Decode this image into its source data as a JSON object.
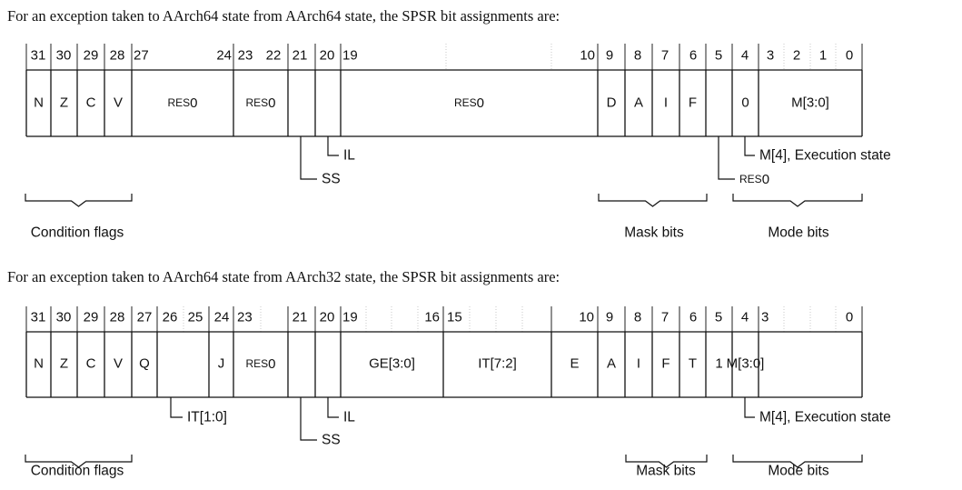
{
  "diagram1": {
    "intro": "For an exception taken to AArch64 state from AArch64 state, the SPSR bit assignments are:",
    "bits": [
      {
        "label": "31"
      },
      {
        "label": "30"
      },
      {
        "label": "29"
      },
      {
        "label": "28"
      },
      {
        "label": "27"
      },
      {
        "label": "24"
      },
      {
        "label": "23"
      },
      {
        "label": "22"
      },
      {
        "label": "21"
      },
      {
        "label": "20"
      },
      {
        "label": "19"
      },
      {
        "label": "10"
      },
      {
        "label": "9"
      },
      {
        "label": "8"
      },
      {
        "label": "7"
      },
      {
        "label": "6"
      },
      {
        "label": "5"
      },
      {
        "label": "4"
      },
      {
        "label": "3"
      },
      {
        "label": "2"
      },
      {
        "label": "1"
      },
      {
        "label": "0"
      }
    ],
    "fields": [
      {
        "label": "N"
      },
      {
        "label": "Z"
      },
      {
        "label": "C"
      },
      {
        "label": "V"
      },
      {
        "label": "RES0"
      },
      {
        "label": "RES0"
      },
      {
        "label": ""
      },
      {
        "label": ""
      },
      {
        "label": "RES0"
      },
      {
        "label": "D"
      },
      {
        "label": "A"
      },
      {
        "label": "I"
      },
      {
        "label": "F"
      },
      {
        "label": ""
      },
      {
        "label": "0"
      },
      {
        "label": "M[3:0]"
      }
    ],
    "callouts": [
      {
        "label": "IL"
      },
      {
        "label": "SS"
      },
      {
        "label": "M[4], Execution state"
      },
      {
        "label": "RES0"
      }
    ],
    "groups": [
      {
        "label": "Condition flags"
      },
      {
        "label": "Mask bits"
      },
      {
        "label": "Mode bits"
      }
    ]
  },
  "diagram2": {
    "intro": "For an exception taken to AArch64 state from AArch32 state, the SPSR bit assignments are:",
    "bits": [
      {
        "label": "31"
      },
      {
        "label": "30"
      },
      {
        "label": "29"
      },
      {
        "label": "28"
      },
      {
        "label": "27"
      },
      {
        "label": "26"
      },
      {
        "label": "25"
      },
      {
        "label": "24"
      },
      {
        "label": "23"
      },
      {
        "label": "21"
      },
      {
        "label": "20"
      },
      {
        "label": "19"
      },
      {
        "label": "16"
      },
      {
        "label": "15"
      },
      {
        "label": "10"
      },
      {
        "label": "9"
      },
      {
        "label": "8"
      },
      {
        "label": "7"
      },
      {
        "label": "6"
      },
      {
        "label": "5"
      },
      {
        "label": "4"
      },
      {
        "label": "3"
      },
      {
        "label": "0"
      }
    ],
    "fields": [
      {
        "label": "N"
      },
      {
        "label": "Z"
      },
      {
        "label": "C"
      },
      {
        "label": "V"
      },
      {
        "label": "Q"
      },
      {
        "label": ""
      },
      {
        "label": "J"
      },
      {
        "label": "RES0"
      },
      {
        "label": ""
      },
      {
        "label": ""
      },
      {
        "label": "GE[3:0]"
      },
      {
        "label": "IT[7:2]"
      },
      {
        "label": "E"
      },
      {
        "label": "A"
      },
      {
        "label": "I"
      },
      {
        "label": "F"
      },
      {
        "label": "T"
      },
      {
        "label": "1"
      },
      {
        "label": "M[3:0]"
      }
    ],
    "callouts": [
      {
        "label": "IT[1:0]"
      },
      {
        "label": "IL"
      },
      {
        "label": "SS"
      },
      {
        "label": "M[4], Execution state"
      }
    ],
    "groups": [
      {
        "label": "Condition flags"
      },
      {
        "label": "Mask bits"
      },
      {
        "label": "Mode bits"
      }
    ]
  }
}
